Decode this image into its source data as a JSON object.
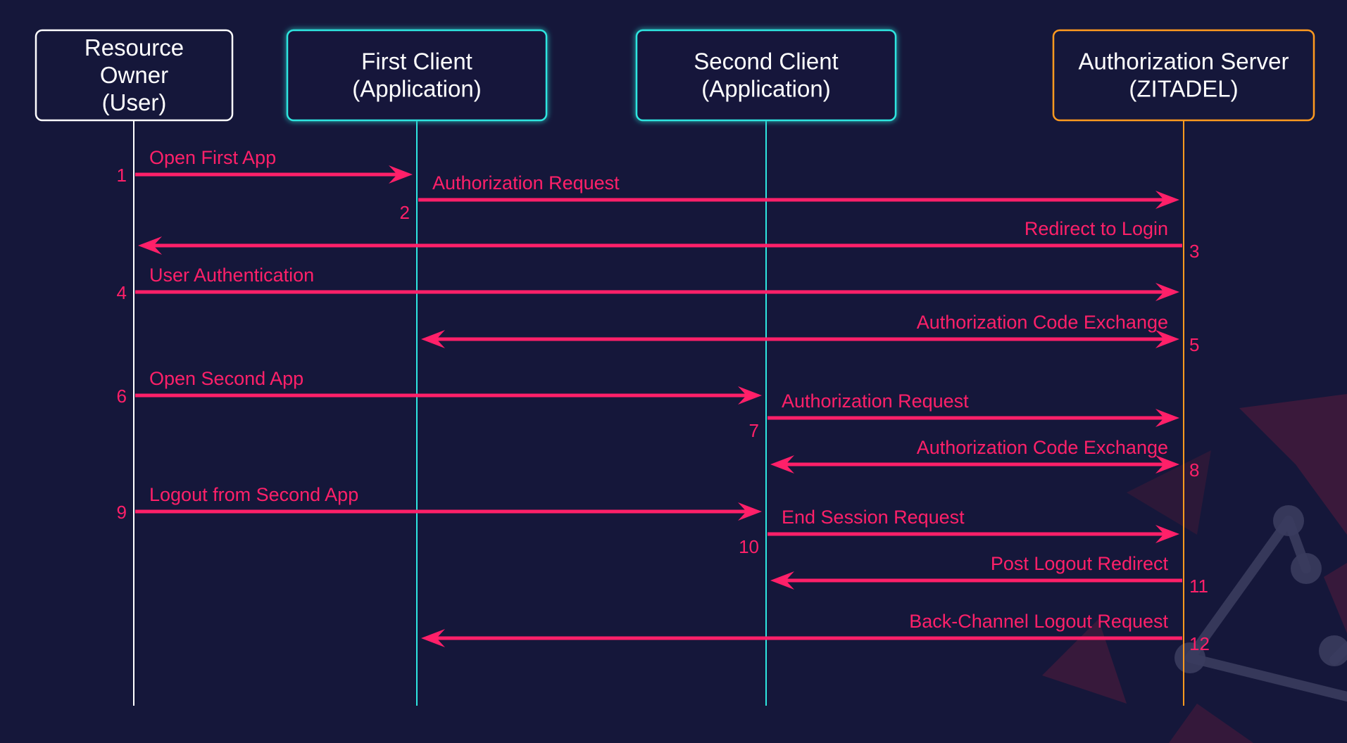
{
  "colors": {
    "background": "#15173a",
    "message": "#ff2069",
    "owner": "#ffffff",
    "client": "#2ee6e0",
    "server": "#ff9a1f",
    "decoration_dark": "#3a3c5e",
    "decoration_red": "#5a1b3c"
  },
  "actors": [
    {
      "id": "owner",
      "lines": [
        "Resource",
        "Owner",
        "(User)"
      ],
      "color_key": "owner"
    },
    {
      "id": "first",
      "lines": [
        "First Client",
        "(Application)"
      ],
      "color_key": "client"
    },
    {
      "id": "second",
      "lines": [
        "Second Client",
        "(Application)"
      ],
      "color_key": "client"
    },
    {
      "id": "server",
      "lines": [
        "Authorization Server",
        "(ZITADEL)"
      ],
      "color_key": "server"
    }
  ],
  "messages": [
    {
      "step": "1",
      "label": "Open First App",
      "from": "owner",
      "to": "first",
      "bidirectional": false
    },
    {
      "step": "2",
      "label": "Authorization Request",
      "from": "first",
      "to": "server",
      "bidirectional": false
    },
    {
      "step": "3",
      "label": "Redirect to Login",
      "from": "server",
      "to": "owner",
      "bidirectional": false
    },
    {
      "step": "4",
      "label": "User Authentication",
      "from": "owner",
      "to": "server",
      "bidirectional": false
    },
    {
      "step": "5",
      "label": "Authorization Code Exchange",
      "from": "server",
      "to": "first",
      "bidirectional": true
    },
    {
      "step": "6",
      "label": "Open Second App",
      "from": "owner",
      "to": "second",
      "bidirectional": false
    },
    {
      "step": "7",
      "label": "Authorization Request",
      "from": "second",
      "to": "server",
      "bidirectional": false
    },
    {
      "step": "8",
      "label": "Authorization Code Exchange",
      "from": "server",
      "to": "second",
      "bidirectional": true
    },
    {
      "step": "9",
      "label": "Logout from Second App",
      "from": "owner",
      "to": "second",
      "bidirectional": false
    },
    {
      "step": "10",
      "label": "End Session Request",
      "from": "second",
      "to": "server",
      "bidirectional": false
    },
    {
      "step": "11",
      "label": "Post Logout Redirect",
      "from": "server",
      "to": "second",
      "bidirectional": false
    },
    {
      "step": "12",
      "label": "Back-Channel Logout Request",
      "from": "server",
      "to": "first",
      "bidirectional": false
    }
  ]
}
